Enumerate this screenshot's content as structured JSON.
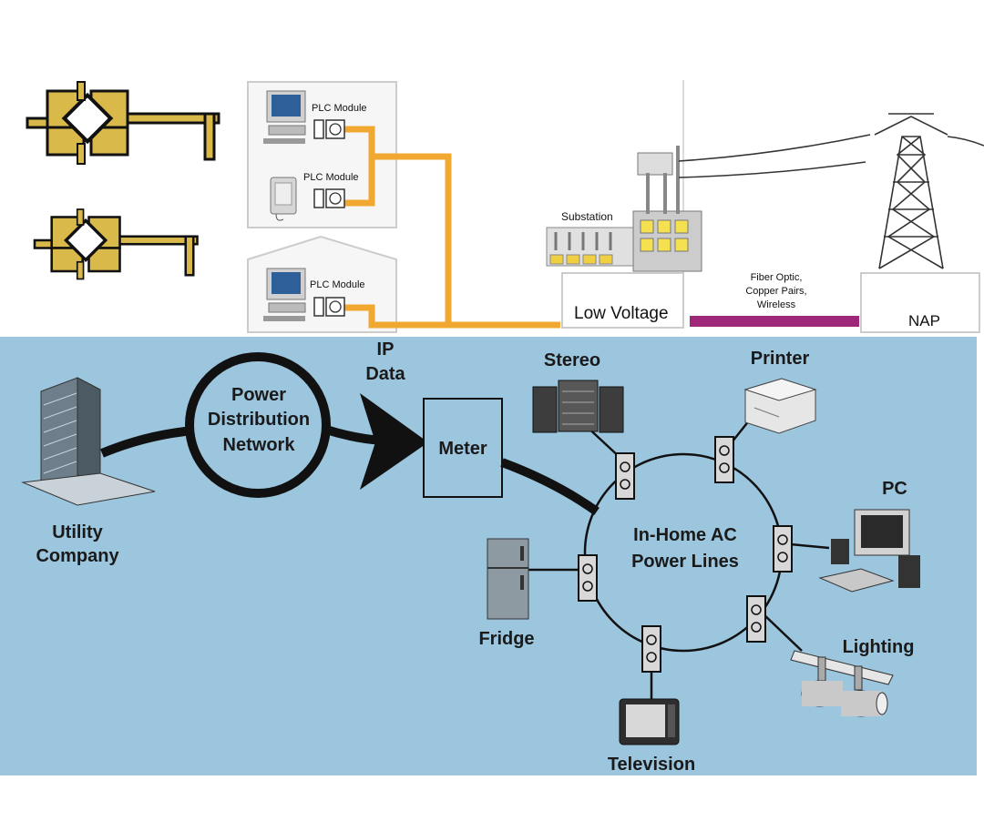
{
  "top": {
    "plc_module_1": "PLC Module",
    "plc_module_2": "PLC Module",
    "plc_module_3": "PLC Module",
    "substation": "Substation",
    "low_voltage": "Low Voltage",
    "fiber_line1": "Fiber Optic,",
    "fiber_line2": "Copper Pairs,",
    "fiber_line3": "Wireless",
    "nap": "NAP"
  },
  "bottom": {
    "utility_line1": "Utility",
    "utility_line2": "Company",
    "power_line1": "Power",
    "power_line2": "Distribution",
    "power_line3": "Network",
    "ip_line1": "IP",
    "ip_line2": "Data",
    "meter": "Meter",
    "inhome_line1": "In-Home AC",
    "inhome_line2": "Power Lines",
    "stereo": "Stereo",
    "printer": "Printer",
    "pc": "PC",
    "lighting": "Lighting",
    "television": "Television",
    "fridge": "Fridge"
  },
  "colors": {
    "accent_orange": "#f0a830",
    "background_blue": "#9cc5de",
    "fiber_magenta": "#a0287a",
    "chip_gold": "#d9b94a"
  }
}
